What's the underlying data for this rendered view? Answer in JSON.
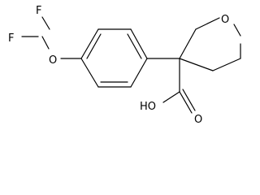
{
  "structure": {
    "atoms": {
      "fluorine_top": "F",
      "fluorine_left": "F",
      "ether_oxygen": "O",
      "ring_oxygen": "O",
      "carbonyl_oxygen": "O",
      "hydroxyl": "HO"
    },
    "colors": {
      "bond": "#000000",
      "label": "#000000",
      "background": "#ffffff"
    }
  }
}
